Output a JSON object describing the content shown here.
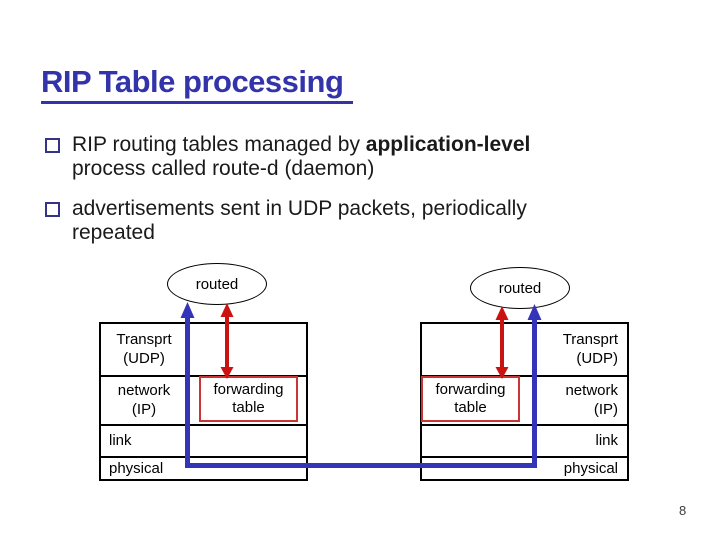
{
  "slide": {
    "title": "RIP Table processing",
    "page_number": "8"
  },
  "bullets": [
    {
      "before_bold": "RIP routing tables managed by ",
      "bold": "application-level",
      "after_bold": " process called route-d (daemon)"
    },
    {
      "before_bold": "advertisements sent in UDP packets, periodically repeated",
      "bold": "",
      "after_bold": ""
    }
  ],
  "diagram": {
    "left_stack": {
      "daemon_label": "routed",
      "layer1_line1": "Transprt",
      "layer1_line2": "(UDP)",
      "layer2_line1": "network",
      "layer2_line2": "(IP)",
      "layer3": "link",
      "layer4": "physical",
      "forwarding_line1": "forwarding",
      "forwarding_line2": "table"
    },
    "right_stack": {
      "daemon_label": "routed",
      "layer1_line1": "Transprt",
      "layer1_line2": "(UDP)",
      "layer2_line1": "network",
      "layer2_line2": "(IP)",
      "layer3": "link",
      "layer4": "physical",
      "forwarding_line1": "forwarding",
      "forwarding_line2": "table"
    }
  },
  "colors": {
    "title_blue": "#3333aa",
    "bullet_square_blue": "#333388",
    "body_text": "#1a1a1a",
    "arrow_blue": "#3434b8",
    "arrow_red": "#cc1111",
    "forwarding_box_red": "#cc3333",
    "stack_border": "#000000"
  }
}
